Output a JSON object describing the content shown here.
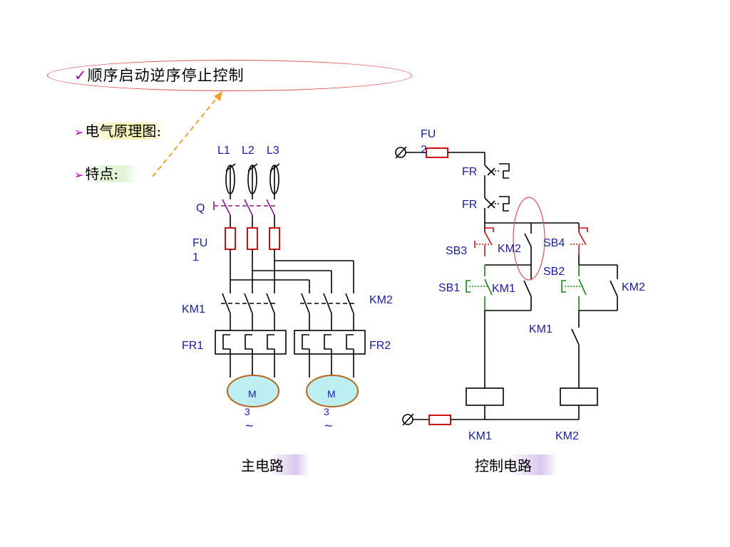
{
  "title": {
    "check": "✓",
    "text": "顺序启动逆序停止控制"
  },
  "bullets": [
    {
      "arrow": "➢",
      "text": "电气原理图:"
    },
    {
      "arrow": "➢",
      "text": "特点:"
    }
  ],
  "captions": {
    "main_circuit": "主电路",
    "control_circuit": "控制电路"
  },
  "main_labels": {
    "l1": "L1",
    "l2": "L2",
    "l3": "L3",
    "q": "Q",
    "fu1_a": "FU",
    "fu1_b": "1",
    "km1": "KM1",
    "km2": "KM2",
    "fr1": "FR1",
    "fr2": "FR2",
    "m_a": "M",
    "m_b": "3",
    "m_c": "~",
    "m2_a": "M",
    "m2_b": "3",
    "m2_c": "~"
  },
  "control_labels": {
    "fu2_a": "FU",
    "fu2_b": "2",
    "fr_top": "FR",
    "fr_second": "FR",
    "sb3": "SB3",
    "km2_nc": "KM2",
    "sb4": "SB4",
    "sb2": "SB2",
    "sb1": "SB1",
    "km1_hold": "KM1",
    "km2_hold": "KM2",
    "km1_aux": "KM1",
    "coil_km1": "KM1",
    "coil_km2": "KM2"
  },
  "colors": {
    "wire": "#000000",
    "fuse": "#d01010",
    "switch_q": "#8b1a8b",
    "sb_stop": "#d01010",
    "sb_start": "#138a13",
    "motor_fill": "#bdeff2",
    "motor_border": "#b5651d",
    "label": "#1a1aa0",
    "highlight_oval": "#e05050",
    "arrow_dashed": "#f0a030"
  }
}
